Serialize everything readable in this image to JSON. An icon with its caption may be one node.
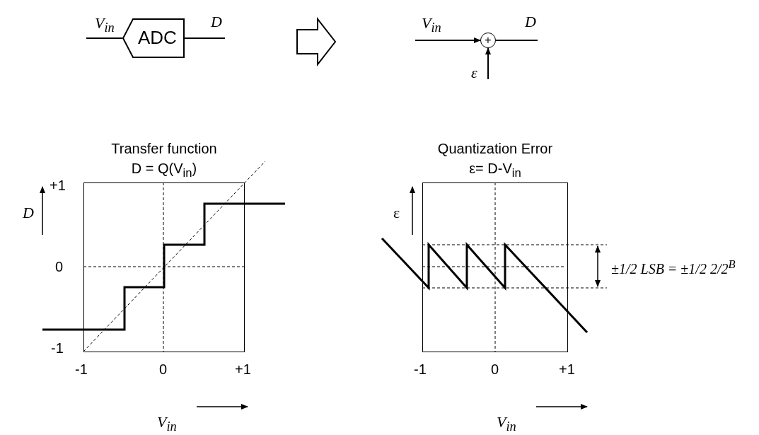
{
  "diagram": {
    "nodes": [
      {
        "text": [
          "ADC"
        ]
      },
      {
        "text": [
          "+"
        ]
      },
      {
        "text": [
          "Transfer function",
          "D = Q(V$_{in}$)"
        ]
      },
      {
        "text": [
          "Quantization Error",
          "ε= D-V$_{in}$"
        ]
      }
    ],
    "edges": [
      {
        "from": null,
        "to": 0,
        "arrow": "none",
        "label": "V$_{in}$"
      },
      {
        "from": 0,
        "to": null,
        "arrow": "none",
        "label": "D"
      },
      {
        "from": null,
        "to": 1,
        "arrow": "to",
        "label": "V$_{in}$"
      },
      {
        "from": 1,
        "to": null,
        "arrow": "none",
        "label": "D"
      },
      {
        "from": null,
        "to": 1,
        "arrow": "to",
        "label": "ε"
      }
    ],
    "labels": [
      "+1",
      "D",
      "ε",
      "0",
      "±1/2 LSB = ±1/2 2/2$^{B}$",
      "-1",
      "-1",
      "0",
      "+1",
      "-1",
      "0",
      "+1",
      "V$_{in}$",
      "V$_{in}$"
    ]
  }
}
